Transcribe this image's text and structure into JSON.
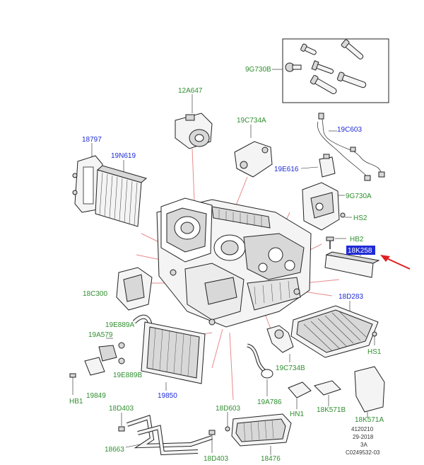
{
  "colors": {
    "green": "#2f8f2f",
    "blue": "#1f2bd6",
    "callout": "#e02020",
    "leader": "#e88a8a"
  },
  "labels": {
    "l_9G730B": "9G730B",
    "l_12A647": "12A647",
    "l_19C734A": "19C734A",
    "l_19C603": "19C603",
    "l_18797": "18797",
    "l_19N619": "19N619",
    "l_19E616": "19E616",
    "l_9G730A": "9G730A",
    "l_HS2": "HS2",
    "l_HB2": "HB2",
    "l_18K258": "18K258",
    "l_18C300": "18C300",
    "l_18D283": "18D283",
    "l_19E889A": "19E889A",
    "l_19A579": "19A579",
    "l_19E889B": "19E889B",
    "l_19849": "19849",
    "l_HB1": "HB1",
    "l_19850": "19850",
    "l_19C734B": "19C734B",
    "l_HS1": "HS1",
    "l_19A786": "19A786",
    "l_HN1": "HN1",
    "l_18K571B": "18K571B",
    "l_18K571A": "18K571A",
    "l_18D403a": "18D403",
    "l_18D603": "18D603",
    "l_18663": "18663",
    "l_18D403b": "18D403",
    "l_18476": "18476"
  },
  "info": {
    "line1": "4120210",
    "line2": "29-2018",
    "line3": "3A",
    "line4": "C0249532-03"
  }
}
